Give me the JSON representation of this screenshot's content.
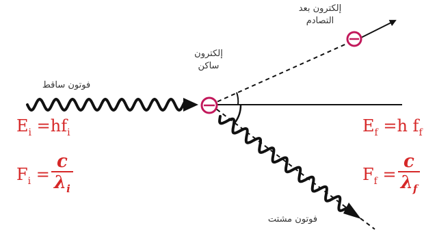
{
  "labels": {
    "incident_photon": "فوتون ساقط",
    "electron_at_rest_1": "إلكترون",
    "electron_at_rest_2": "ساكن",
    "electron_after_1": "إلكترون بعد",
    "electron_after_2": "التصادم",
    "scattered_photon": "فوتون مشتت"
  },
  "equations": {
    "initial_energy_lhs": "E",
    "initial_energy_sub": "i",
    "initial_energy_rhs": " =hf",
    "initial_energy_rhs_sub": "i",
    "initial_f_lhs": "F",
    "initial_f_sub": "i",
    "initial_f_eq": " =",
    "initial_num": "c",
    "initial_den": "λ",
    "initial_den_sub": "i",
    "final_energy_lhs": "E",
    "final_energy_sub": "f",
    "final_energy_rhs": " =h f",
    "final_energy_rhs_sub": "f",
    "final_f_lhs": "F",
    "final_f_sub": "f",
    "final_f_eq": " =",
    "final_num": "c",
    "final_den": "λ",
    "final_den_sub": "f"
  },
  "colors": {
    "equation_red": "#d62828",
    "electron_magenta": "#c2185b",
    "line_black": "#111111"
  },
  "icons": [
    "wavy-photon-arrow",
    "electron-circle",
    "angle-arc"
  ]
}
